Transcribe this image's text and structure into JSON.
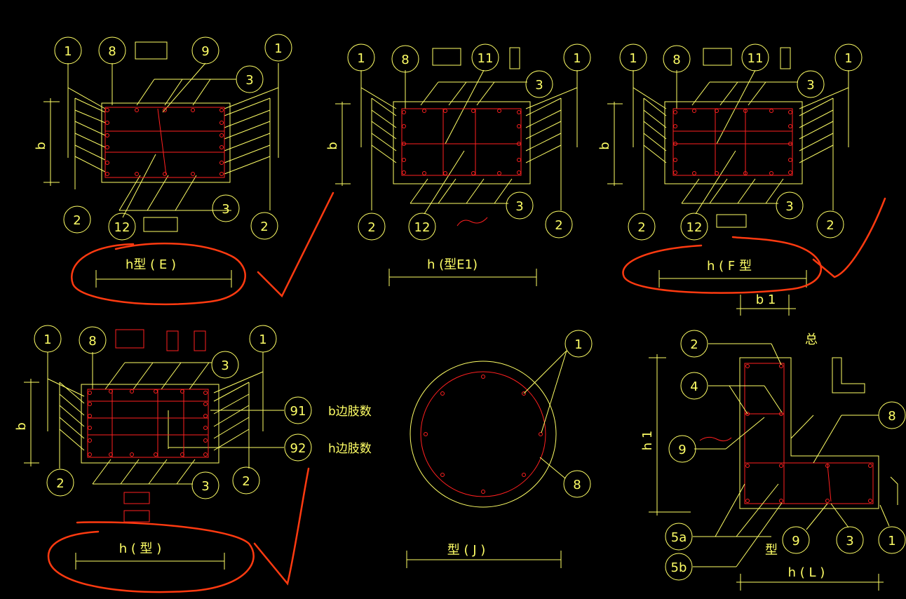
{
  "colors": {
    "background": "#000000",
    "outline": "#ffff66",
    "rebar": "#ff2020",
    "annotation": "#ff3a10"
  },
  "panel_e": {
    "callouts": [
      "1",
      "8",
      "9",
      "3",
      "1",
      "2",
      "12",
      "3",
      "2"
    ],
    "dim_b": "b",
    "caption": "h型 ( E )"
  },
  "panel_e1": {
    "callouts": [
      "1",
      "8",
      "11",
      "1",
      "3",
      "2",
      "12",
      "3",
      "2"
    ],
    "dim_b": "b",
    "caption": "h (型E1)"
  },
  "panel_f": {
    "callouts": [
      "1",
      "8",
      "11",
      "1",
      "3",
      "2",
      "12",
      "3",
      "2"
    ],
    "dim_b": "b",
    "caption": "h ( F 型",
    "dim_b1": "b 1"
  },
  "panel_g": {
    "callouts": [
      "1",
      "8",
      "3",
      "1",
      "91",
      "92",
      "2",
      "3",
      "2"
    ],
    "label_b_count": "b边肢数",
    "label_h_count": "h边肢数",
    "dim_b": "b",
    "caption": "h ( 型 )"
  },
  "panel_j": {
    "callouts": [
      "1",
      "8"
    ],
    "caption": "型 ( J )"
  },
  "panel_l": {
    "callouts": [
      "2",
      "4",
      "9",
      "8",
      "5a",
      "5b",
      "9",
      "3",
      "1"
    ],
    "glyph": "总",
    "dim_h1": "h 1",
    "caption_type": "型",
    "caption": "h ( L )"
  }
}
